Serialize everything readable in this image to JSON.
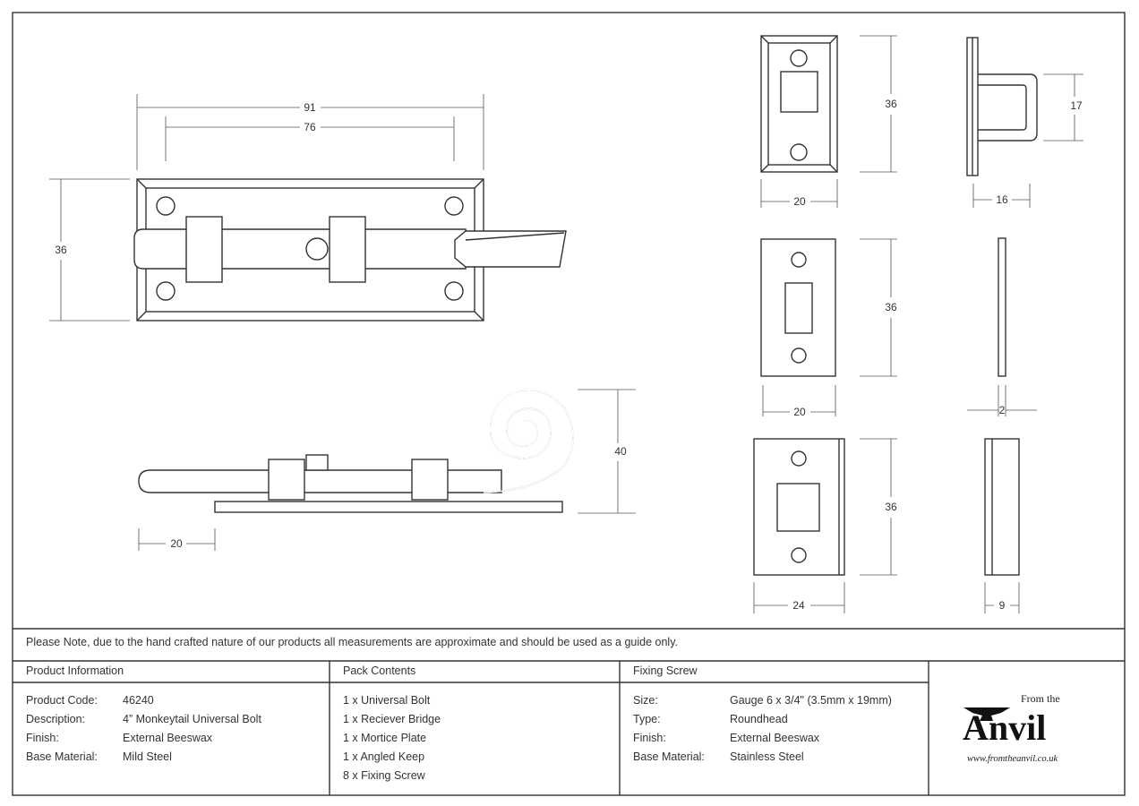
{
  "dimensions": {
    "front_width": "91",
    "front_hole_spacing": "76",
    "front_height": "36",
    "side_height": "40",
    "side_offset": "20",
    "keep_height": "36",
    "keep_width": "20",
    "keep_side_height": "17",
    "keep_side_depth": "16",
    "plate_height": "36",
    "plate_width": "20",
    "plate_thickness": "2",
    "angled_height": "36",
    "angled_width": "24",
    "angled_depth": "9"
  },
  "note": "Please Note, due to the hand crafted nature of our products all measurements are approximate and should be used as a guide only.",
  "product_info": {
    "title": "Product Information",
    "rows": [
      {
        "label": "Product Code:",
        "value": "46240"
      },
      {
        "label": "Description:",
        "value": "4” Monkeytail Universal Bolt"
      },
      {
        "label": "Finish:",
        "value": "External Beeswax"
      },
      {
        "label": "Base Material:",
        "value": "Mild Steel"
      }
    ]
  },
  "pack_contents": {
    "title": "Pack Contents",
    "items": [
      "1 x Universal Bolt",
      "1 x Reciever Bridge",
      "1 x Mortice Plate",
      "1 x Angled Keep",
      "8 x Fixing Screw"
    ]
  },
  "fixing_screw": {
    "title": "Fixing Screw",
    "rows": [
      {
        "label": "Size:",
        "value": "Gauge 6 x 3/4\" (3.5mm x 19mm)"
      },
      {
        "label": "Type:",
        "value": "Roundhead"
      },
      {
        "label": "Finish:",
        "value": "External Beeswax"
      },
      {
        "label": "Base Material:",
        "value": "Stainless Steel"
      }
    ]
  },
  "logo": {
    "from_the": "From the",
    "brand": "Anvil",
    "url": "www.fromtheanvil.co.uk"
  }
}
